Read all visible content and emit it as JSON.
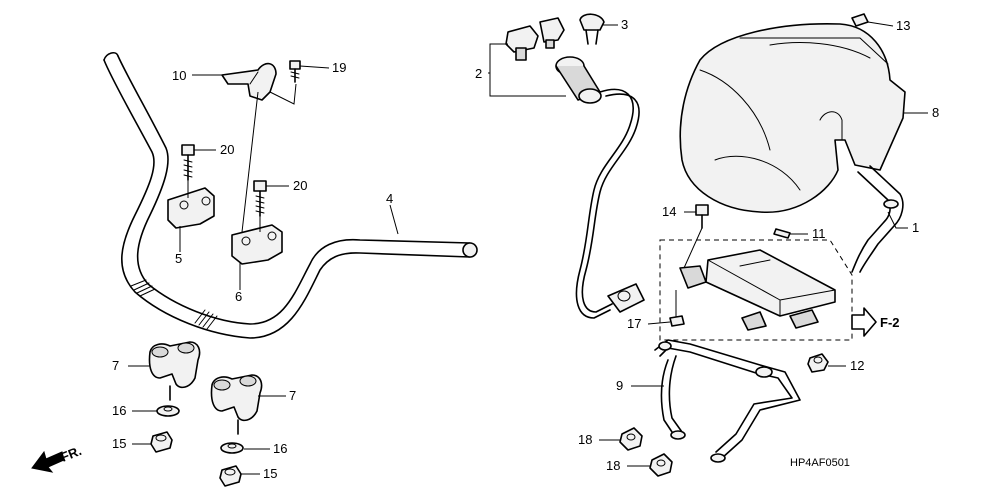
{
  "diagram_code": "HP4AF0501",
  "front_arrow_label": "FR.",
  "ref_arrow_label": "F-2",
  "callouts": [
    {
      "id": "c1",
      "label": "1"
    },
    {
      "id": "c2",
      "label": "2"
    },
    {
      "id": "c3",
      "label": "3"
    },
    {
      "id": "c4",
      "label": "4"
    },
    {
      "id": "c5",
      "label": "5"
    },
    {
      "id": "c6",
      "label": "6"
    },
    {
      "id": "c7a",
      "label": "7"
    },
    {
      "id": "c7b",
      "label": "7"
    },
    {
      "id": "c8",
      "label": "8"
    },
    {
      "id": "c9",
      "label": "9"
    },
    {
      "id": "c10",
      "label": "10"
    },
    {
      "id": "c11",
      "label": "11"
    },
    {
      "id": "c12",
      "label": "12"
    },
    {
      "id": "c13",
      "label": "13"
    },
    {
      "id": "c14",
      "label": "14"
    },
    {
      "id": "c15a",
      "label": "15"
    },
    {
      "id": "c15b",
      "label": "15"
    },
    {
      "id": "c16a",
      "label": "16"
    },
    {
      "id": "c16b",
      "label": "16"
    },
    {
      "id": "c17",
      "label": "17"
    },
    {
      "id": "c18a",
      "label": "18"
    },
    {
      "id": "c18b",
      "label": "18"
    },
    {
      "id": "c19",
      "label": "19"
    },
    {
      "id": "c20a",
      "label": "20"
    },
    {
      "id": "c20b",
      "label": "20"
    }
  ]
}
